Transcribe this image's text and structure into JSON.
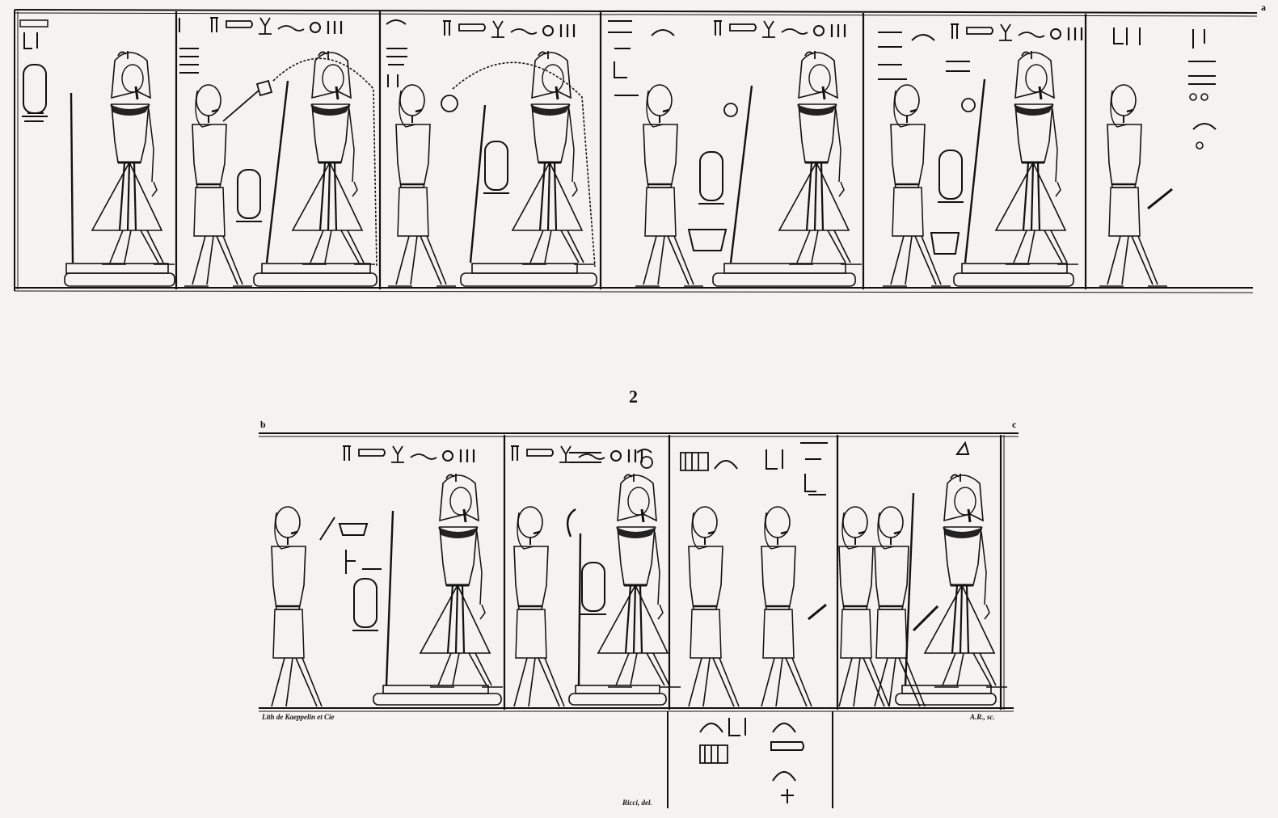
{
  "plate": {
    "number": "2",
    "corner_a": "a",
    "corner_b": "b",
    "corner_c": "c",
    "credit_lithographer": "Lith de Kaeppelin et Cie",
    "credit_engraver": "A.R., sc.",
    "credit_draughtsman": "Ricci, del."
  },
  "colors": {
    "paper": "#f4f3f1",
    "ink": "#111111"
  },
  "register_top": {
    "scenes": [
      {
        "id": "king-standing-with-staff"
      },
      {
        "id": "priest-censing-king-under-canopy"
      },
      {
        "id": "priest-offering-to-king-under-canopy"
      },
      {
        "id": "priest-offering-bowl-to-king"
      },
      {
        "id": "priest-offering-bowl-to-king-2"
      },
      {
        "id": "official-walking"
      }
    ]
  },
  "register_bottom": {
    "scenes": [
      {
        "id": "priest-offering-basket-to-king"
      },
      {
        "id": "priest-offering-sickle-to-king"
      },
      {
        "id": "two-officials-standing"
      },
      {
        "id": "king-leading-two-attendants"
      }
    ]
  }
}
